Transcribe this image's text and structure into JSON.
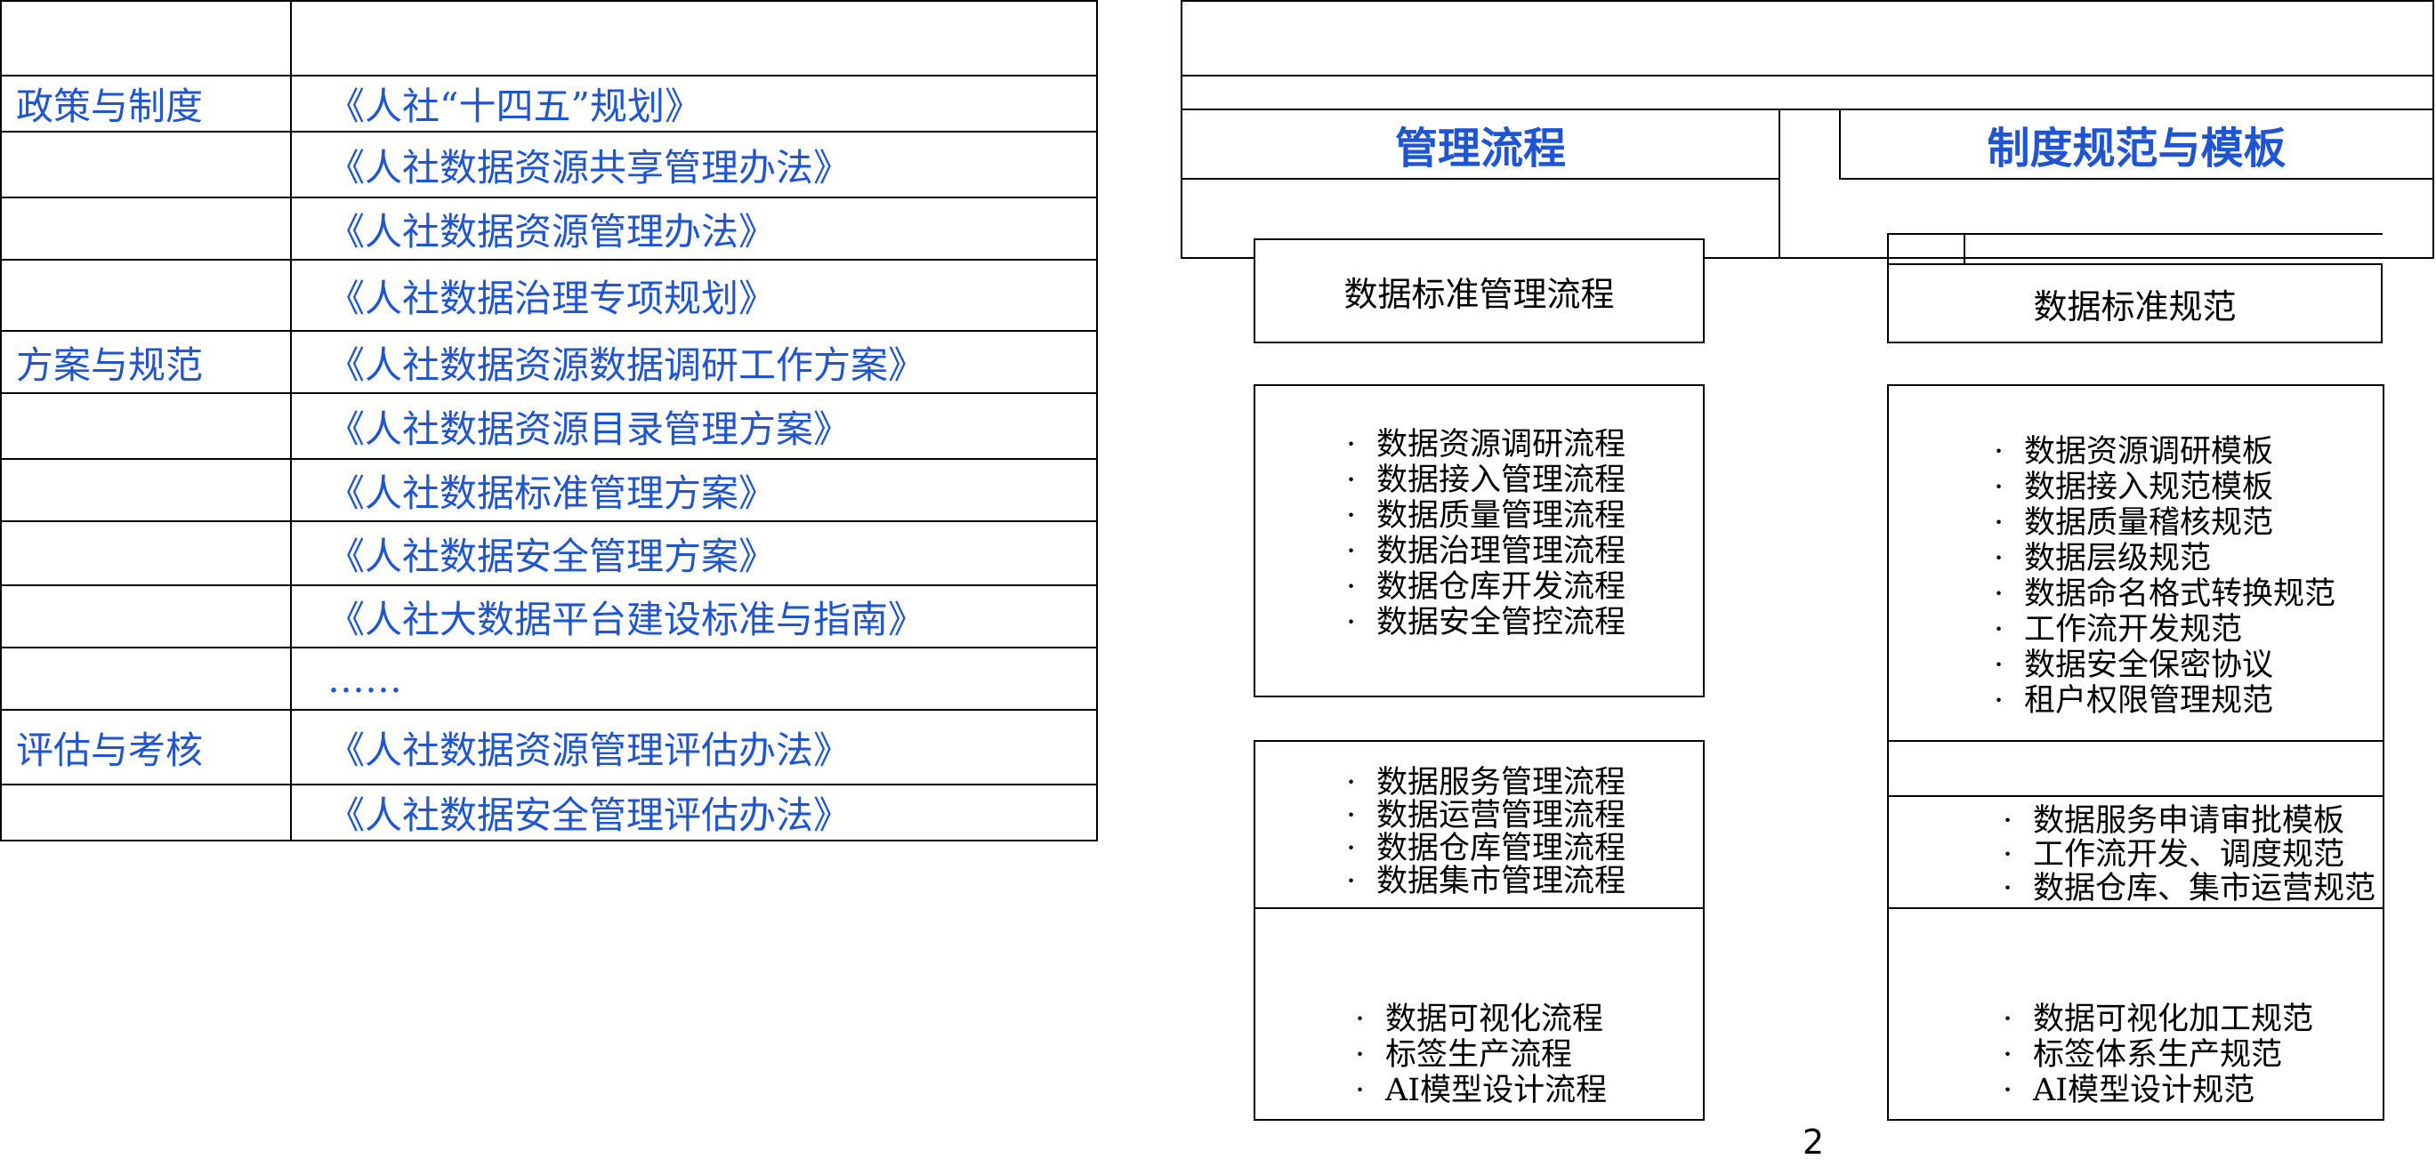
{
  "left_table": {
    "rows": [
      {
        "category": "",
        "document": ""
      },
      {
        "category": "政策与制度",
        "document": "《人社“十四五”规划》"
      },
      {
        "category": "",
        "document": "《人社数据资源共享管理办法》"
      },
      {
        "category": "",
        "document": "《人社数据资源管理办法》"
      },
      {
        "category": "",
        "document": "《人社数据治理专项规划》"
      },
      {
        "category": "方案与规范",
        "document": "《人社数据资源数据调研工作方案》"
      },
      {
        "category": "",
        "document": "《人社数据资源目录管理方案》"
      },
      {
        "category": "",
        "document": "《人社数据标准管理方案》"
      },
      {
        "category": "",
        "document": "《人社数据安全管理方案》"
      },
      {
        "category": "",
        "document": "《人社大数据平台建设标准与指南》"
      },
      {
        "category": "",
        "document": "……"
      },
      {
        "category": "评估与考核",
        "document": "《人社数据资源管理评估办法》"
      },
      {
        "category": "",
        "document": "《人社数据安全管理评估办法》"
      }
    ]
  },
  "right": {
    "headers": {
      "process": "管理流程",
      "standards": "制度规范与模板"
    },
    "process_boxes": {
      "title": "数据标准管理流程",
      "group1": [
        "数据资源调研流程",
        "数据接入管理流程",
        "数据质量管理流程",
        "数据治理管理流程",
        "数据仓库开发流程",
        "数据安全管控流程"
      ],
      "group2": [
        "数据服务管理流程",
        "数据运营管理流程",
        "数据仓库管理流程",
        "数据集市管理流程"
      ],
      "group3": [
        "数据可视化流程",
        "标签生产流程",
        "AI模型设计流程"
      ]
    },
    "standard_boxes": {
      "title": "数据标准规范",
      "group1": [
        "数据资源调研模板",
        "数据接入规范模板",
        "数据质量稽核规范",
        "数据层级规范",
        "数据命名格式转换规范",
        "工作流开发规范",
        "数据安全保密协议",
        "租户权限管理规范"
      ],
      "group2": [
        "数据服务申请审批模板",
        "工作流开发、调度规范",
        "数据仓库、集市运营规范"
      ],
      "group3": [
        "数据可视化加工规范",
        "标签体系生产规范",
        "AI模型设计规范"
      ]
    },
    "bullet": "·"
  },
  "page_number": "2"
}
